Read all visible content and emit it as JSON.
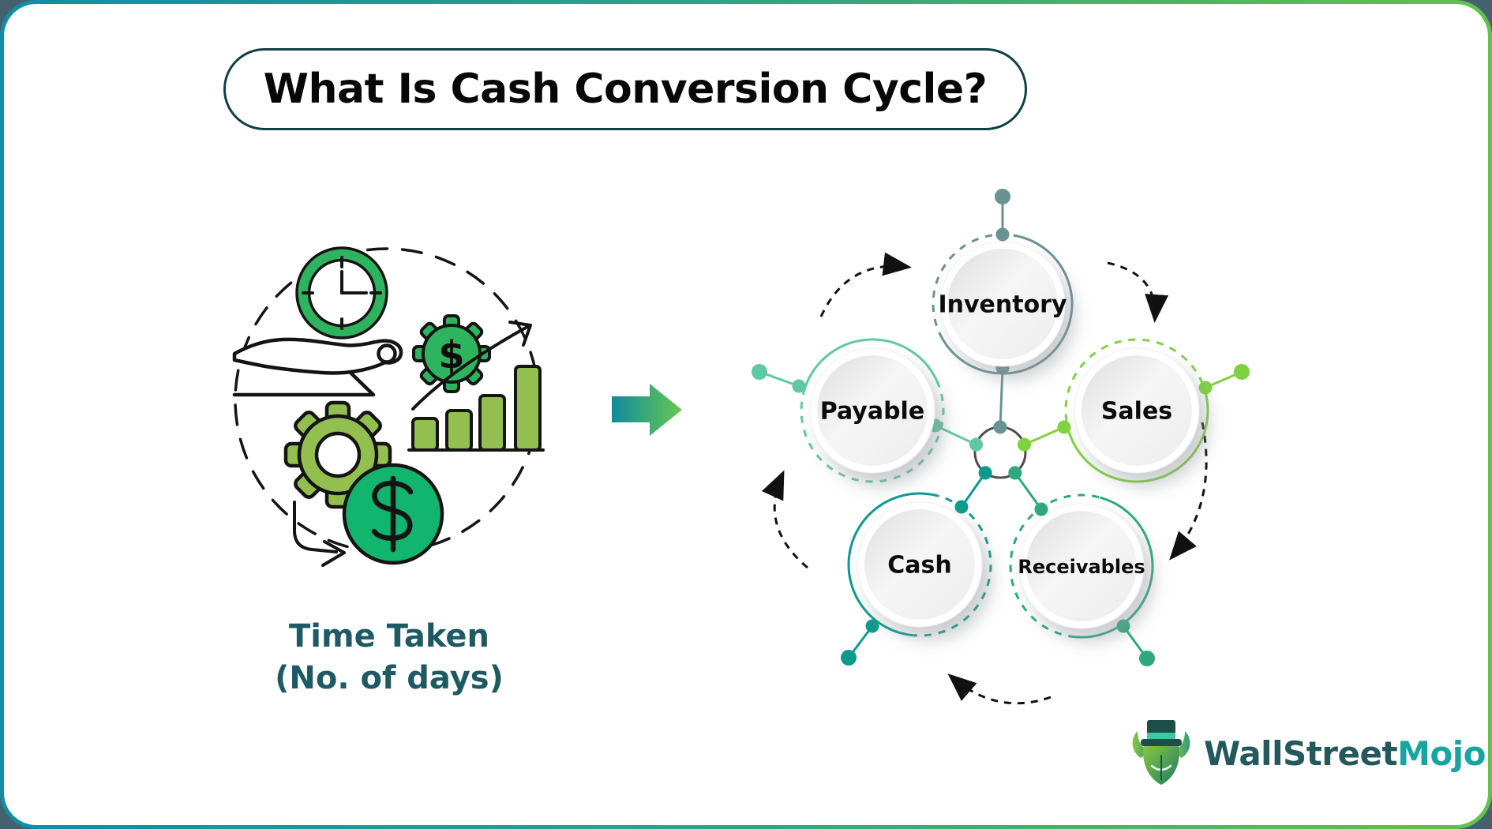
{
  "title": "What Is Cash Conversion Cycle?",
  "left_illustration": {
    "caption_line1": "Time Taken",
    "caption_line2": "(No. of days)",
    "dollar_sign": "$"
  },
  "cycle": {
    "nodes": [
      {
        "id": "inventory",
        "label": "Inventory",
        "color": "#6b9292"
      },
      {
        "id": "payable",
        "label": "Payable",
        "color": "#5fc9a5"
      },
      {
        "id": "sales",
        "label": "Sales",
        "color": "#7ed23f"
      },
      {
        "id": "cash",
        "label": "Cash",
        "color": "#0c9a8e"
      },
      {
        "id": "receivables",
        "label": "Receivables",
        "color": "#2fa87d"
      }
    ]
  },
  "logo": {
    "brand_primary": "WallStreet",
    "brand_secondary": "Mojo"
  },
  "colors": {
    "frame_gradient_start": "#0e8fa5",
    "frame_gradient_end": "#62c24c",
    "title_border": "#123f46",
    "caption_text": "#1e5a63",
    "clock_green": "#2eb45e",
    "gear_olive": "#92bf4f",
    "coin_emerald": "#12b56d",
    "hub_ring": "#4d4d4d",
    "dashed_arrow": "#111111",
    "outside_background": "#44616d"
  }
}
